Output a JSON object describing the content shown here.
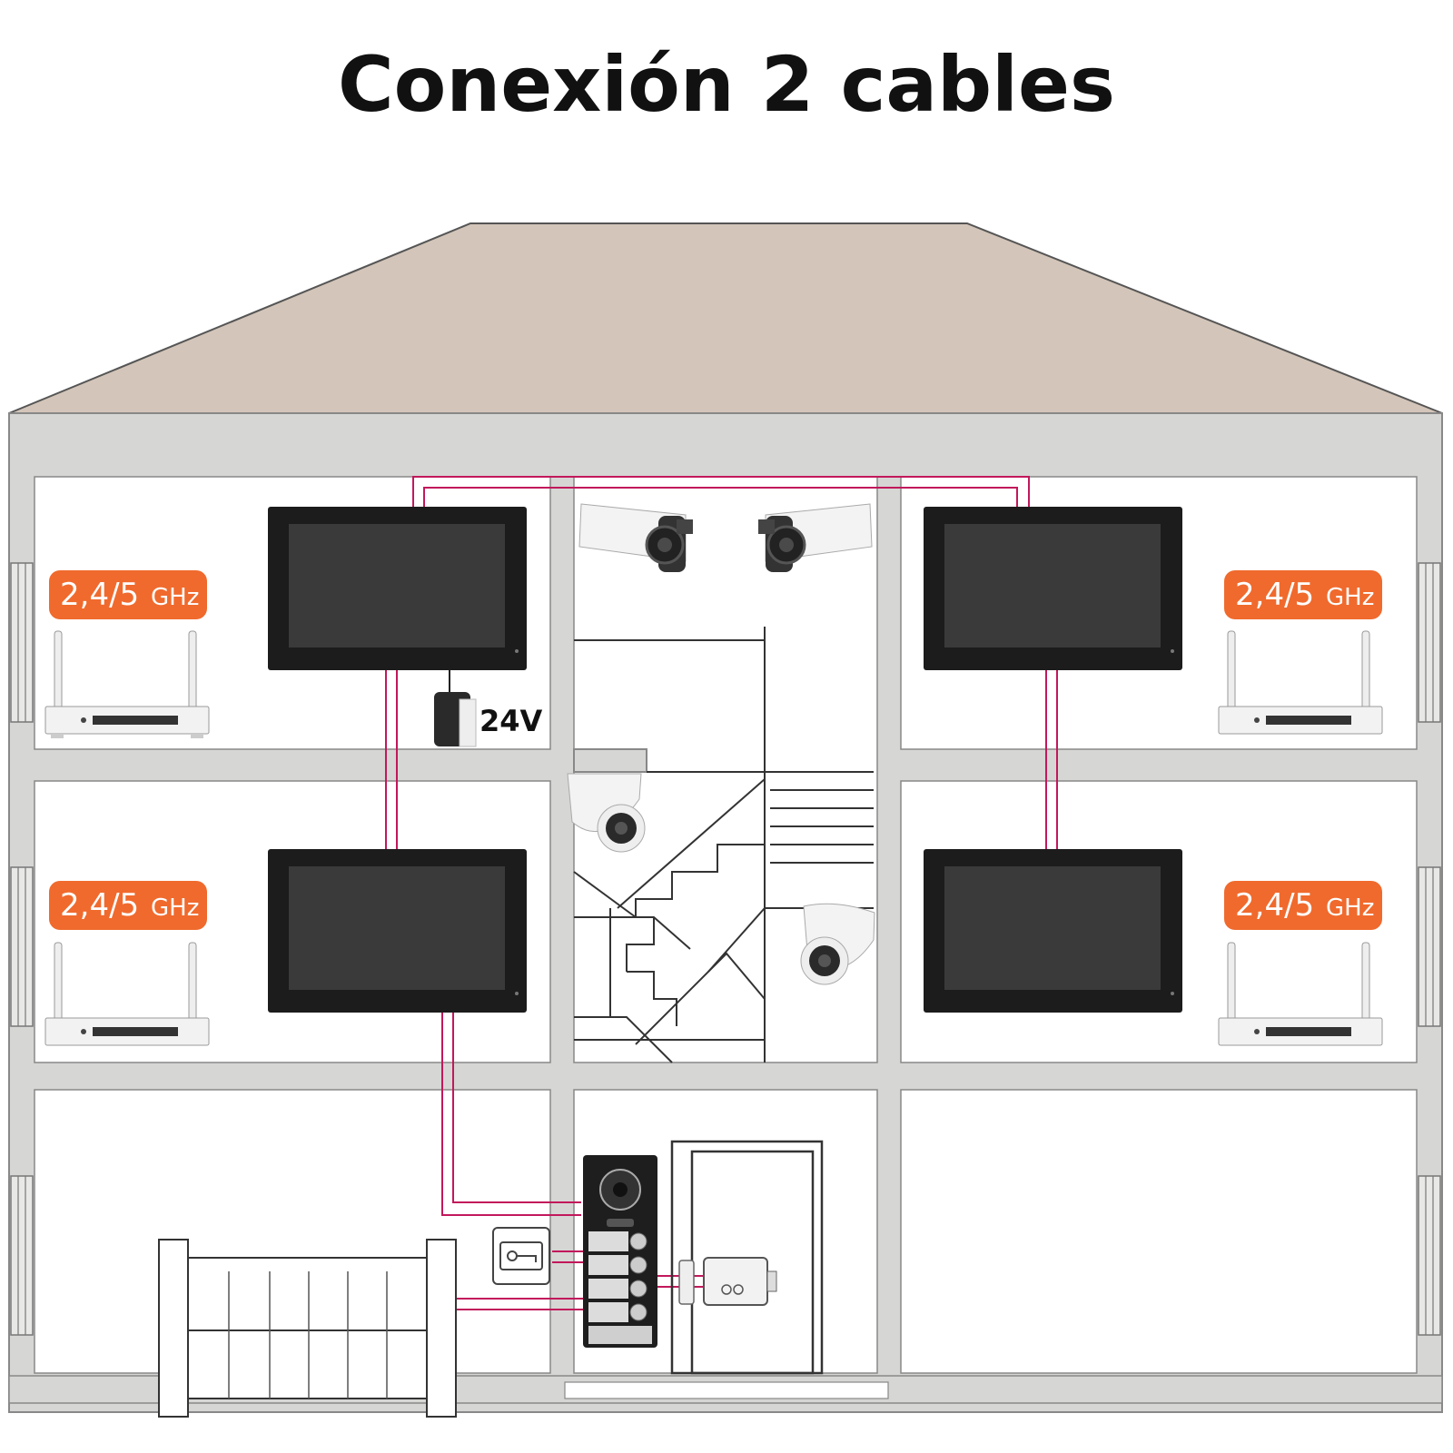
{
  "title": "Conexión 2 cables",
  "wifi_badges": [
    {
      "value": "2,4/5",
      "unit": "GHz"
    },
    {
      "value": "2,4/5",
      "unit": "GHz"
    },
    {
      "value": "2,4/5",
      "unit": "GHz"
    },
    {
      "value": "2,4/5",
      "unit": "GHz"
    }
  ],
  "power_supply": {
    "label": "24V"
  },
  "colors": {
    "roof": "#d3c5b9",
    "wall": "#d6d6d4",
    "wire": "#c2185b",
    "badge": "#f06a2d",
    "monitor": "#1c1c1c",
    "screen": "#3a3a3a"
  },
  "icons": [
    "bullet-camera-icon",
    "dome-camera-icon",
    "wifi-router-icon",
    "power-adapter-icon",
    "door-intercom-icon",
    "exit-button-key-icon",
    "electric-lock-icon",
    "gate-icon"
  ]
}
